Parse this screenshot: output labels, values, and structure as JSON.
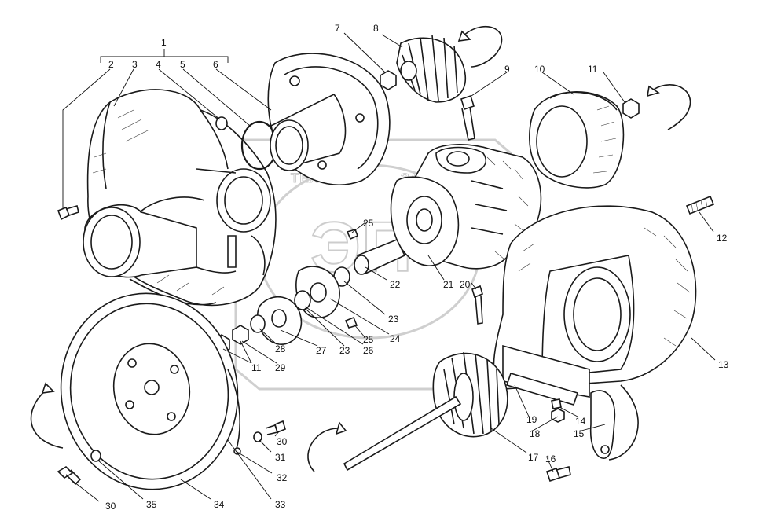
{
  "diagram": {
    "watermark": {
      "logo_text": "ЭП",
      "left_text": "ТЕХНИКА",
      "right_text": "ЗАПЧАСТИ"
    },
    "callouts": [
      "1",
      "2",
      "3",
      "4",
      "5",
      "6",
      "7",
      "8",
      "9",
      "10",
      "11",
      "11",
      "12",
      "13",
      "14",
      "15",
      "16",
      "17",
      "18",
      "19",
      "20",
      "21",
      "22",
      "23",
      "23",
      "24",
      "25",
      "25",
      "26",
      "27",
      "28",
      "29",
      "30",
      "30",
      "31",
      "32",
      "33",
      "34",
      "35"
    ]
  }
}
